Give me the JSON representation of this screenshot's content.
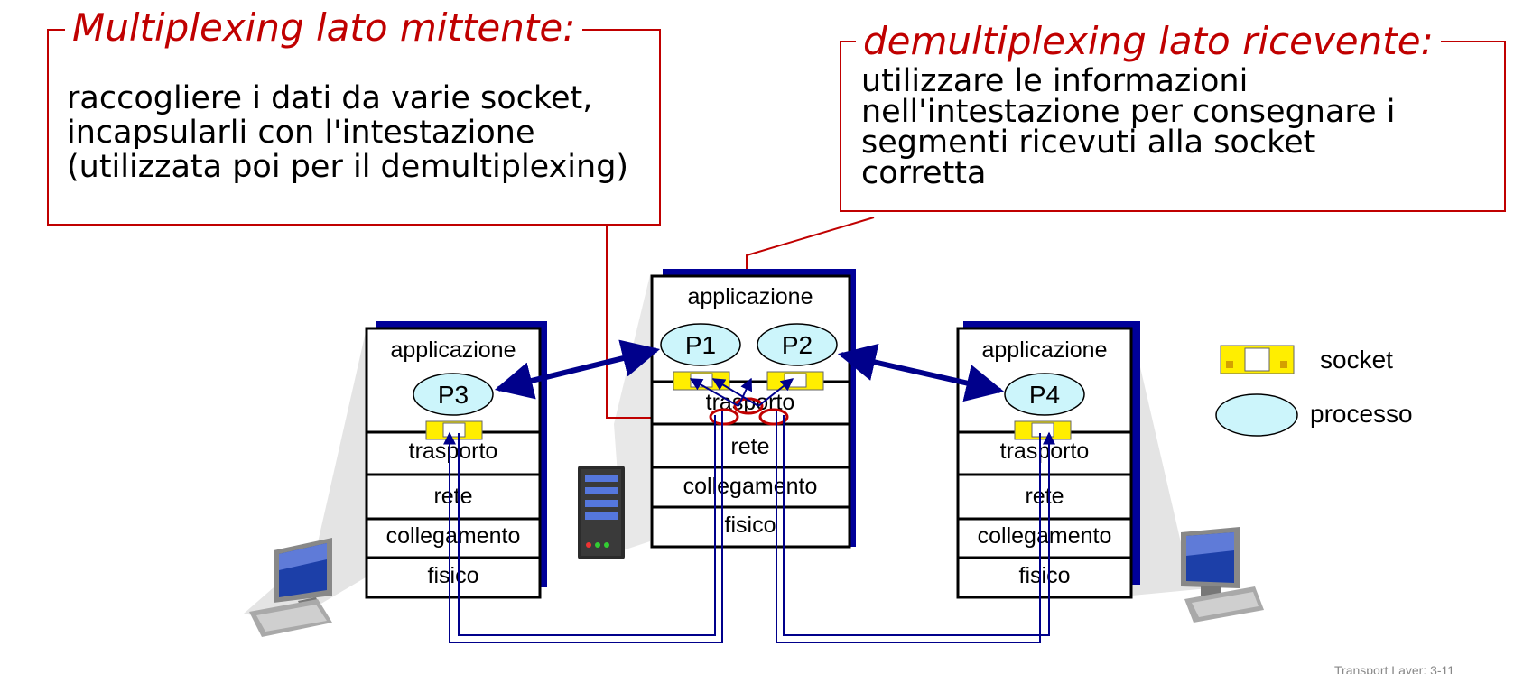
{
  "mux_callout": {
    "title": "Multiplexing lato mittente:",
    "lines": [
      "raccogliere i dati da varie socket,",
      "incapsularli con l'intestazione",
      "(utilizzata poi per il demultiplexing)"
    ]
  },
  "demux_callout": {
    "title": "demultiplexing lato ricevente:",
    "lines": [
      "utilizzare le informazioni",
      "nell'intestazione per consegnare i",
      "segmenti ricevuti alla socket",
      "corretta"
    ]
  },
  "hosts": {
    "left": {
      "layers": [
        "applicazione",
        "trasporto",
        "rete",
        "collegamento",
        "fisico"
      ],
      "process": "P3"
    },
    "middle": {
      "layers": [
        "applicazione",
        "trasporto",
        "rete",
        "collegamento",
        "fisico"
      ],
      "processes": [
        "P1",
        "P2"
      ]
    },
    "right": {
      "layers": [
        "applicazione",
        "trasporto",
        "rete",
        "collegamento",
        "fisico"
      ],
      "process": "P4"
    }
  },
  "legend": {
    "socket": "socket",
    "process": "processo"
  },
  "footer": {
    "slide_label": "Transport Layer: 3-11"
  },
  "colors": {
    "callout": "#c00000",
    "arrow": "#00008b",
    "shadow": "#000099",
    "socket": "#ffee00",
    "process": "#ccf5fb"
  }
}
